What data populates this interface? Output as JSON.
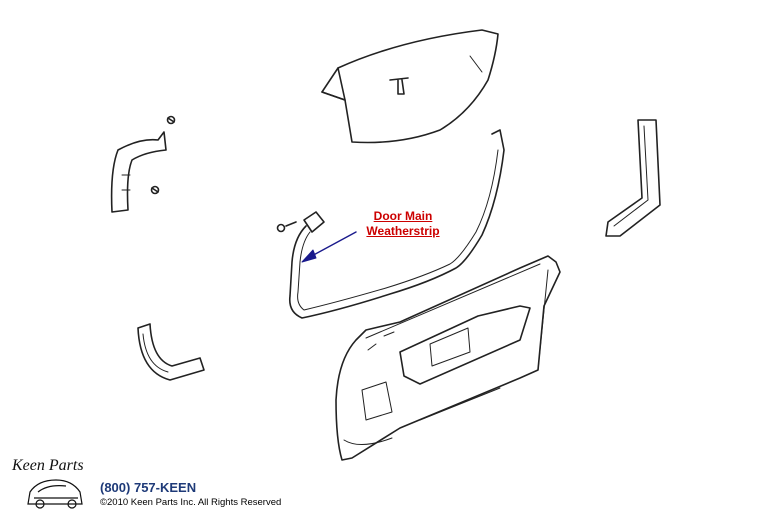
{
  "callout": {
    "line1": "Door Main",
    "line2": "Weatherstrip",
    "color": "#cc0000",
    "arrow_color": "#1a1a8c"
  },
  "footer": {
    "logo_text": "Keen Parts",
    "phone": "(800) 757-KEEN",
    "copyright": "©2010 Keen Parts Inc. All Rights Reserved",
    "phone_color": "#1e3a78"
  }
}
